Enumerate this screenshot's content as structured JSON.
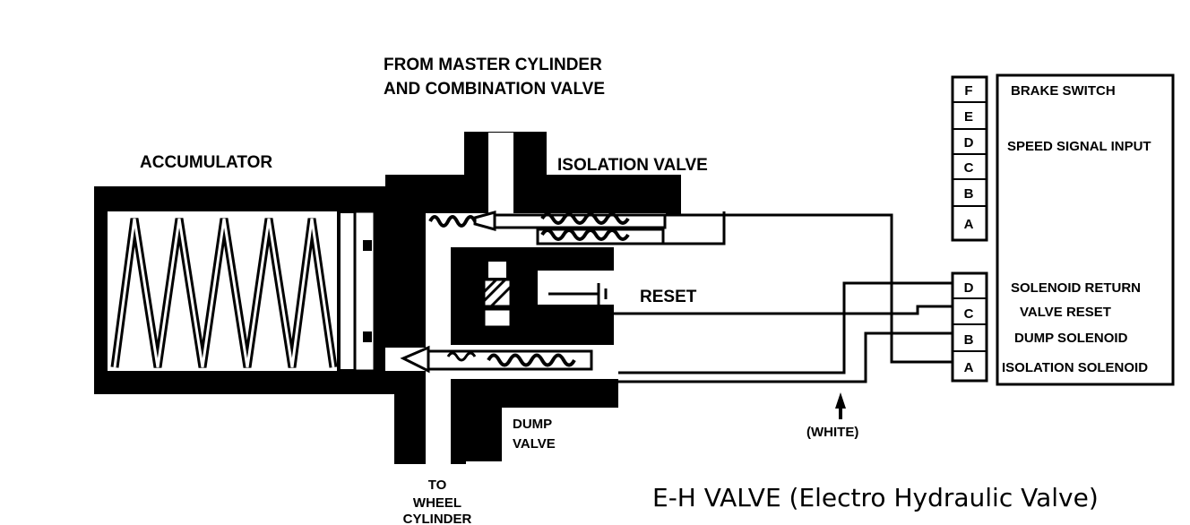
{
  "labels": {
    "source_line1": "FROM MASTER CYLINDER",
    "source_line2": "AND COMBINATION VALVE",
    "accumulator": "ACCUMULATOR",
    "isolation_valve": "ISOLATION VALVE",
    "reset": "RESET",
    "dump_valve_line1": "DUMP",
    "dump_valve_line2": "VALVE",
    "wheel_line1": "TO",
    "wheel_line2": "WHEEL",
    "wheel_line3": "CYLINDER",
    "white_wire": "(WHITE)",
    "title": "E-H VALVE (Electro Hydraulic Valve)"
  },
  "upper_connector": {
    "pins": [
      "F",
      "E",
      "D",
      "C",
      "B",
      "A"
    ],
    "functions": {
      "F": "BRAKE SWITCH",
      "D": "SPEED SIGNAL INPUT"
    }
  },
  "lower_connector": {
    "pins": [
      "D",
      "C",
      "B",
      "A"
    ],
    "functions": {
      "D": "SOLENOID RETURN",
      "C": "VALVE RESET",
      "B": "DUMP SOLENOID",
      "A": "ISOLATION SOLENOID"
    }
  }
}
